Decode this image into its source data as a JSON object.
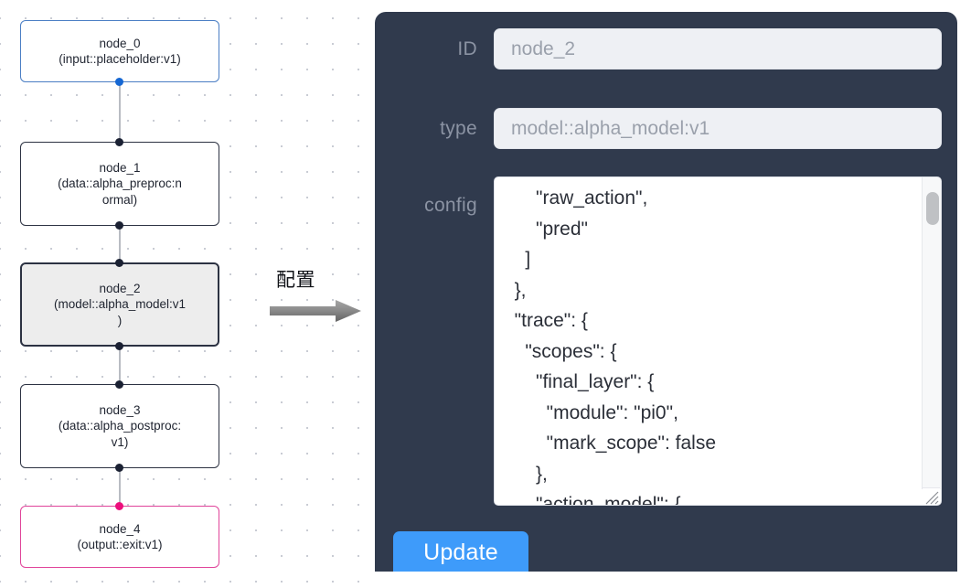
{
  "graph": {
    "nodes": [
      {
        "id": "node_0",
        "label_line1": "node_0",
        "label_line2": "(input::placeholder:v1)",
        "border_color": "#4a7ec4",
        "fill": "#ffffff",
        "selected": false
      },
      {
        "id": "node_1",
        "label_line1": "node_1",
        "label_line2": "(data::alpha_preproc:n",
        "label_line3": "ormal)",
        "border_color": "#2c3242",
        "fill": "#ffffff",
        "selected": false
      },
      {
        "id": "node_2",
        "label_line1": "node_2",
        "label_line2": "(model::alpha_model:v1",
        "label_line3": ")",
        "border_color": "#2c3242",
        "fill": "#ededed",
        "selected": true
      },
      {
        "id": "node_3",
        "label_line1": "node_3",
        "label_line2": "(data::alpha_postproc:",
        "label_line3": "v1)",
        "border_color": "#2c3242",
        "fill": "#ffffff",
        "selected": false
      },
      {
        "id": "node_4",
        "label_line1": "node_4",
        "label_line2": "(output::exit:v1)",
        "border_color": "#e0449a",
        "fill": "#ffffff",
        "selected": false
      }
    ],
    "edges": [
      {
        "from": "node_0",
        "to": "node_1"
      },
      {
        "from": "node_1",
        "to": "node_2"
      },
      {
        "from": "node_2",
        "to": "node_3"
      },
      {
        "from": "node_3",
        "to": "node_4"
      }
    ],
    "handle_colors": {
      "node_0_out": "#1567d3",
      "default": "#1b2133",
      "node_4_in": "#ec0f7c"
    }
  },
  "annotation": {
    "label": "配置",
    "arrow": "right-arrow"
  },
  "panel": {
    "background": "#303a4d",
    "fields": [
      {
        "key": "id",
        "label": "ID",
        "value": "node_2",
        "placeholder": "node_2"
      },
      {
        "key": "type",
        "label": "type",
        "value": "model::alpha_model:v1",
        "placeholder": "model::alpha_model:v1"
      }
    ],
    "config": {
      "label": "config",
      "value": "      \"raw_action\",\n      \"pred\"\n    ]\n  },\n  \"trace\": {\n    \"scopes\": {\n      \"final_layer\": {\n        \"module\": \"pi0\",\n        \"mark_scope\": false\n      },\n      \"action_model\": {",
      "scrollbar": "vertical-scrollbar",
      "resize_handle": "resize-grip"
    },
    "update_button": {
      "label": "Update",
      "color": "#3e9bfa"
    }
  }
}
